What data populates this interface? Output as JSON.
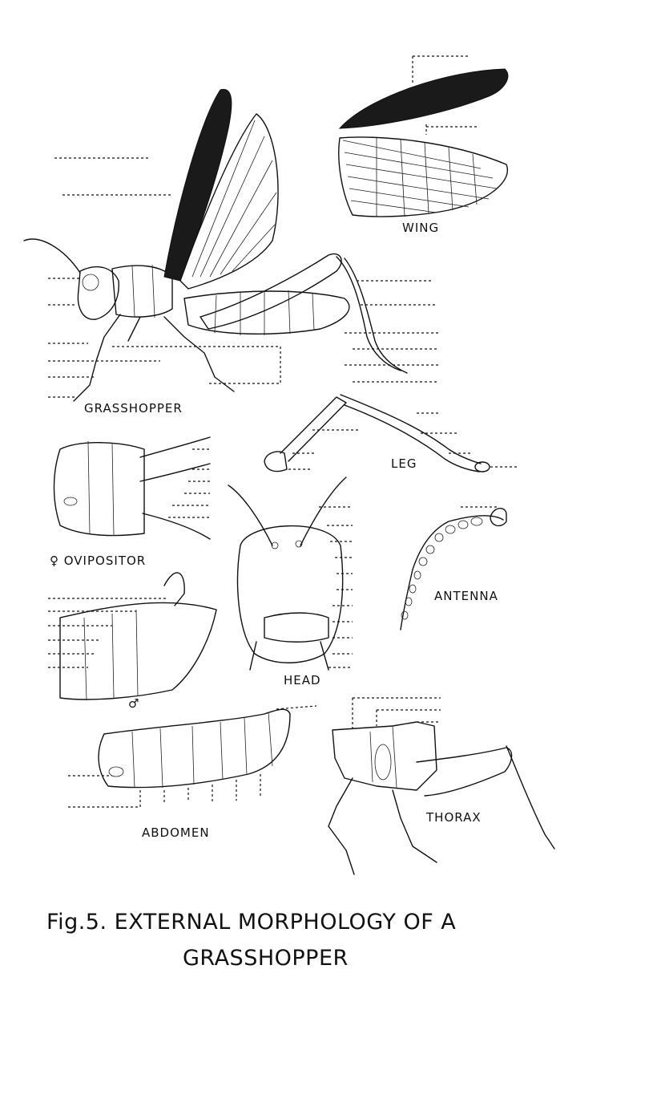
{
  "labels": {
    "wing": "WING",
    "grasshopper": "GRASSHOPPER",
    "leg": "LEG",
    "ovipositor": "♀ OVIPOSITOR",
    "antenna": "ANTENNA",
    "head": "HEAD",
    "male": "♂",
    "abdomen": "ABDOMEN",
    "thorax": "THORAX"
  },
  "caption": {
    "line1": "Fig.5. EXTERNAL MORPHOLOGY OF A",
    "line2": "GRASSHOPPER"
  }
}
